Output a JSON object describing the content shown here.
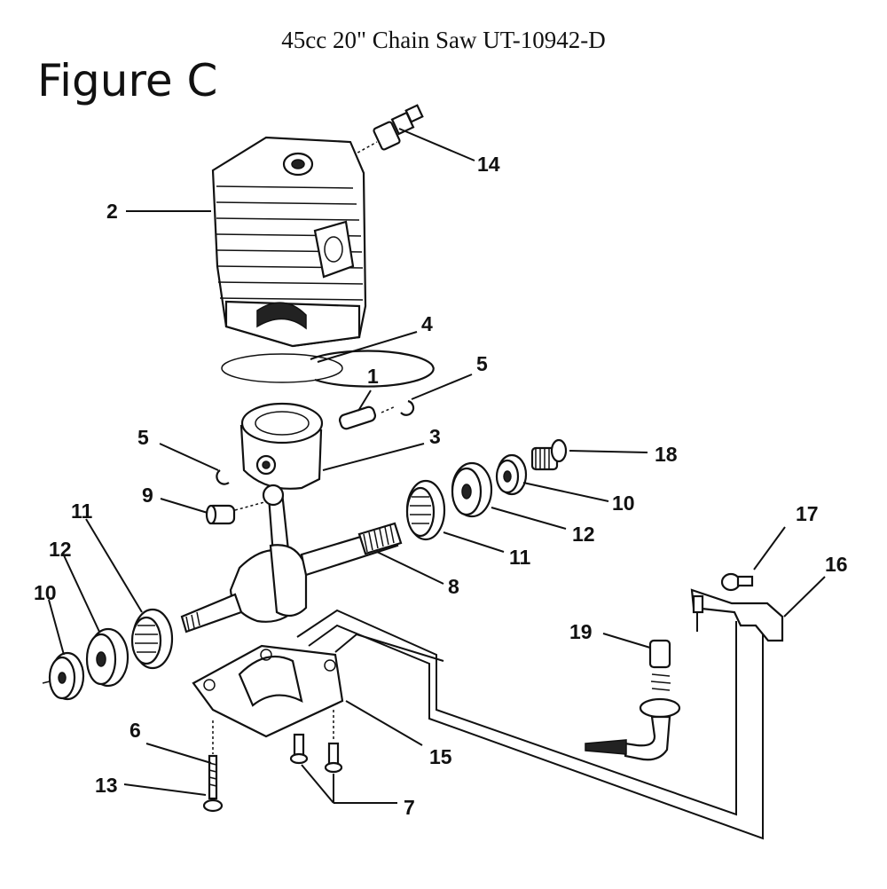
{
  "header": {
    "model_title": "45cc 20\" Chain Saw UT-10942-D",
    "figure_title": "Figure C"
  },
  "callouts": {
    "c1": "1",
    "c2": "2",
    "c3": "3",
    "c4": "4",
    "c5a": "5",
    "c5b": "5",
    "c6": "6",
    "c7": "7",
    "c8": "8",
    "c9": "9",
    "c10a": "10",
    "c10b": "10",
    "c11a": "11",
    "c11b": "11",
    "c12a": "12",
    "c12b": "12",
    "c13": "13",
    "c14": "14",
    "c15": "15",
    "c16": "16",
    "c17": "17",
    "c18": "18",
    "c19": "19"
  }
}
